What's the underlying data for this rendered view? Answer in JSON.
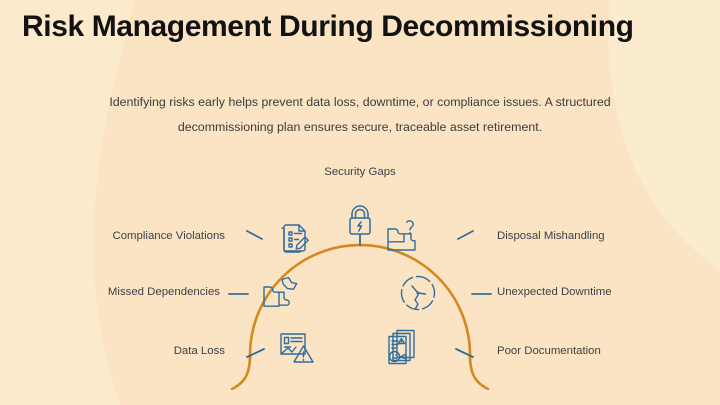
{
  "slide": {
    "title": "Risk Management During Decommissioning",
    "subtitle": "Identifying risks early helps prevent data loss, downtime, or compliance issues. A structured decommissioning plan ensures secure, traceable asset retirement.",
    "background_color": "#fae4c4",
    "arc_color": "#d4881e",
    "icon_color": "#2f6d9e",
    "title_color": "#121212",
    "text_color": "#3f3f46"
  },
  "diagram": {
    "type": "semicircle-arc",
    "nodes": [
      {
        "id": "security-gaps",
        "label": "Security Gaps",
        "icon": "broken-padlock-icon",
        "position": "top"
      },
      {
        "id": "compliance-violations",
        "label": "Compliance Violations",
        "icon": "checklist-pencil-icon",
        "position": "upper-left"
      },
      {
        "id": "missed-dependencies",
        "label": "Missed Dependencies",
        "icon": "puzzle-missing-piece-icon",
        "position": "mid-left"
      },
      {
        "id": "data-loss",
        "label": "Data Loss",
        "icon": "document-warning-icon",
        "position": "lower-left"
      },
      {
        "id": "disposal-mishandling",
        "label": "Disposal Mishandling",
        "icon": "puzzle-question-icon",
        "position": "upper-right"
      },
      {
        "id": "unexpected-downtime",
        "label": "Unexpected Downtime",
        "icon": "broken-clock-icon",
        "position": "mid-right"
      },
      {
        "id": "poor-documentation",
        "label": "Poor Documentation",
        "icon": "document-sad-seal-icon",
        "position": "lower-right"
      }
    ]
  }
}
